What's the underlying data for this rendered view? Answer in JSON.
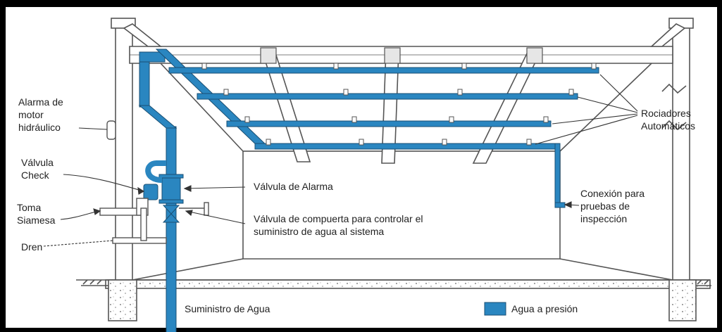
{
  "labels": {
    "alarma_motor": [
      "Alarma de",
      "motor",
      "hidráulico"
    ],
    "valvula_check": [
      "Válvula",
      "Check"
    ],
    "toma_siamesa": [
      "Toma",
      "Siamesa"
    ],
    "dren": "Dren",
    "valvula_alarma": "Válvula de Alarma",
    "valvula_compuerta": [
      "Válvula de compuerta para controlar el",
      "suministro de agua al sistema"
    ],
    "rociadores": [
      "Rociadores",
      "Automáticos"
    ],
    "conexion_pruebas": [
      "Conexión para",
      "pruebas de",
      "inspección"
    ],
    "suministro_agua": "Suministro de Agua"
  },
  "legend": {
    "label": "Agua a presión",
    "color": "#2a86c0"
  },
  "colors": {
    "pipe": "#2a86c0",
    "pipe_outline": "#1a4f73",
    "structure": "#555555",
    "background": "#ffffff",
    "frame": "#000000"
  }
}
